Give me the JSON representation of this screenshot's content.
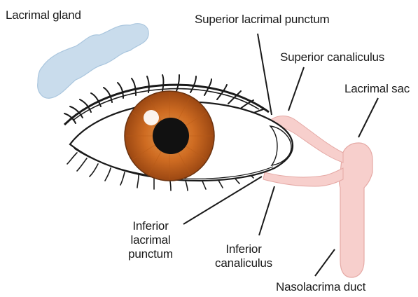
{
  "labels": {
    "lacrimal_gland": "Lacrimal gland",
    "superior_lacrimal_punctum": "Superior lacrimal punctum",
    "superior_canaliculus": "Superior canaliculus",
    "lacrimal_sac": "Lacrimal sac",
    "inferior_lacrimal_punctum": {
      "line1": "Inferior",
      "line2": "lacrimal",
      "line3": "punctum"
    },
    "inferior_canaliculus": {
      "line1": "Inferior",
      "line2": "canaliculus"
    },
    "nasolacrimal_duct": "Nasolacrima duct"
  },
  "colors": {
    "iris": "#c8661e",
    "iris_dark": "#8a3e10",
    "pupil": "#111111",
    "gland": "#c9dcec",
    "sac": "#f7cfcc",
    "outline": "#1a1a1a",
    "sclera_shadow": "#eef2f7"
  }
}
